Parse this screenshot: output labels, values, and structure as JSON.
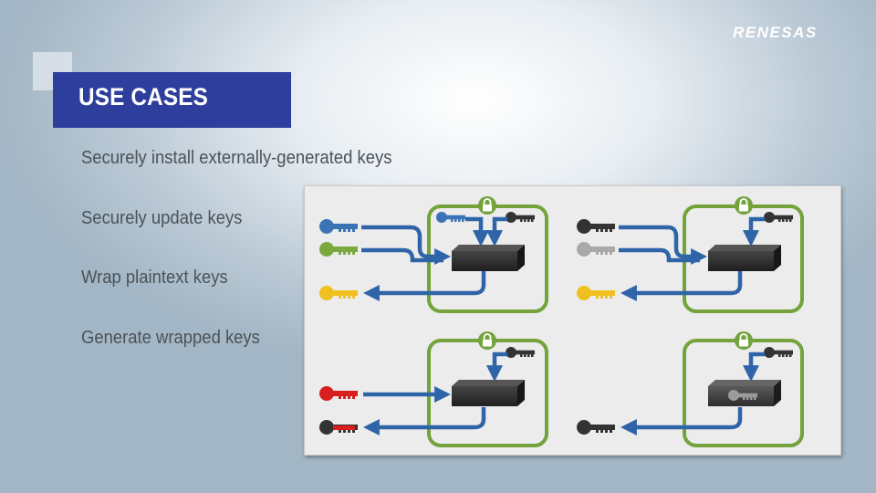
{
  "brand": {
    "logo_text": "RENESAS"
  },
  "slide": {
    "title": "USE CASES"
  },
  "use_cases": [
    "Securely install externally-generated keys",
    "Securely update keys",
    "Wrap plaintext keys",
    "Generate wrapped keys"
  ],
  "colors": {
    "title_bar": "#2d3e9c",
    "enclosure_green": "#74a23c",
    "arrow_blue": "#2f65a8",
    "module_dark": "#2b2b2b",
    "key_blue": "#3b74b6",
    "key_green": "#7aa83c",
    "key_yellow": "#f0c020",
    "key_red": "#d81e1e",
    "key_black": "#333333",
    "key_gray": "#a9a9a9"
  },
  "icons": {
    "lock": "lock-icon",
    "key": "key-icon",
    "module": "crypto-engine-block"
  }
}
